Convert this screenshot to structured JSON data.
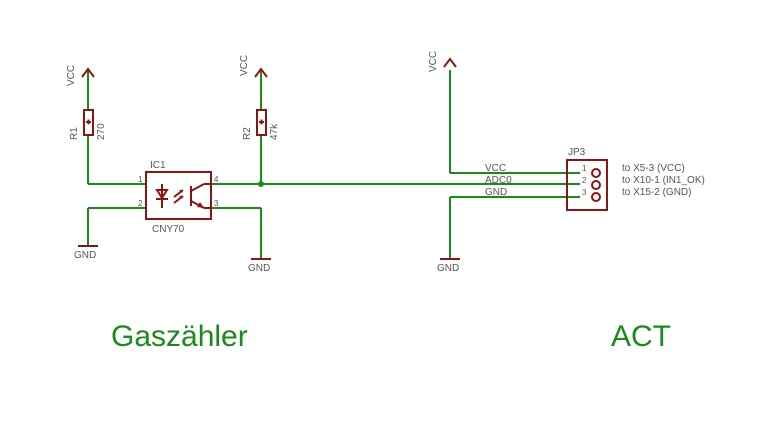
{
  "colors": {
    "wire": "#1a8a1a",
    "part": "#8b1414",
    "text": "#555555",
    "title": "#1a8a1a"
  },
  "supply": {
    "vcc": "VCC",
    "gnd": "GND"
  },
  "resistors": [
    {
      "name": "R1",
      "value": "270"
    },
    {
      "name": "R2",
      "value": "47k"
    }
  ],
  "optocoupler": {
    "name": "IC1",
    "type": "CNY70",
    "pins": [
      "1",
      "2",
      "3",
      "4"
    ]
  },
  "connector": {
    "name": "JP3",
    "pins": [
      "1",
      "2",
      "3"
    ],
    "nets": [
      "VCC",
      "ADC0",
      "GND"
    ],
    "destinations": [
      "to X5-3 (VCC)",
      "to X10-1 (IN1_OK)",
      "to X15-2 (GND)"
    ]
  },
  "titles": {
    "left": "Gaszähler",
    "right": "ACT"
  }
}
